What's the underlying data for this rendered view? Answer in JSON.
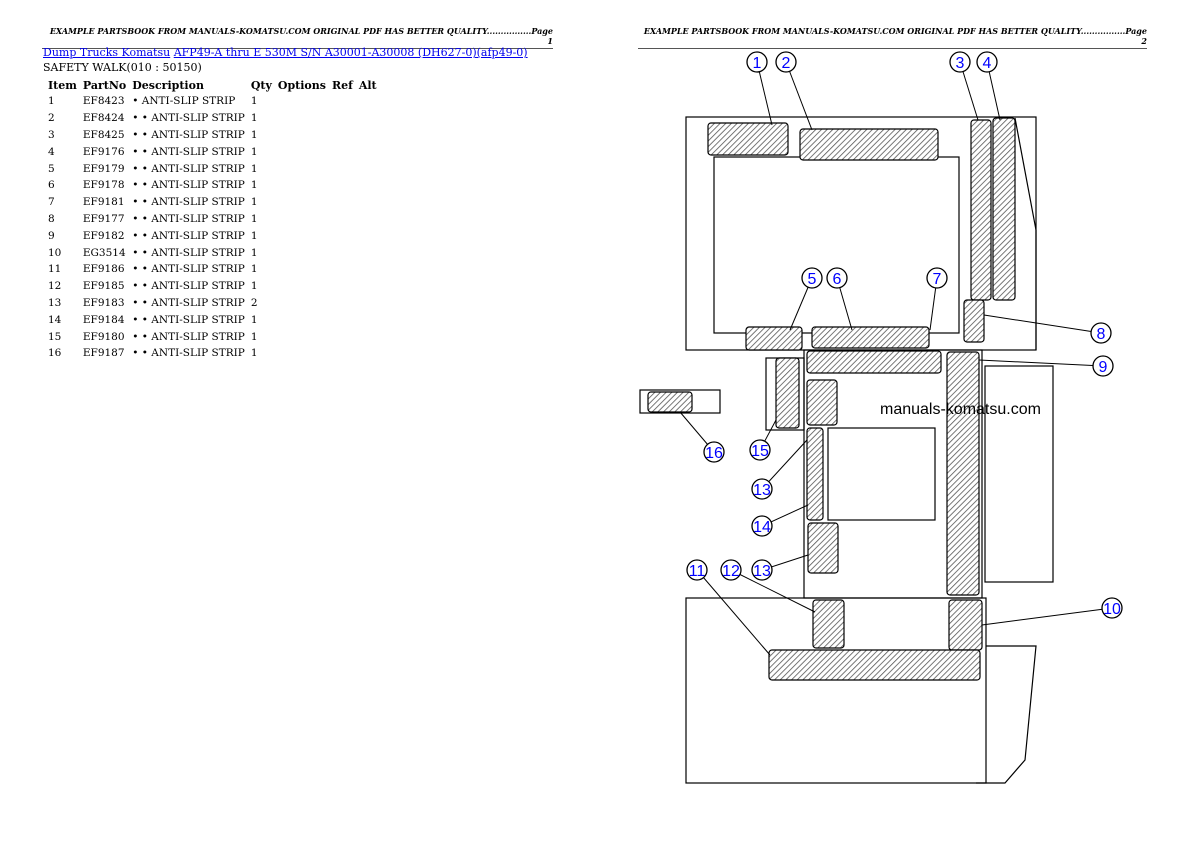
{
  "header_left": "EXAMPLE PARTSBOOK FROM MANUALS-KOMATSU.COM ORIGINAL PDF HAS BETTER QUALITY................Page 1",
  "header_right": "EXAMPLE PARTSBOOK FROM MANUALS-KOMATSU.COM ORIGINAL PDF HAS BETTER QUALITY................Page 2",
  "breadcrumb": {
    "link1": "Dump Trucks Komatsu",
    "link2": "AFP49-A thru E 530M S/N A30001-A30008 (DH627-0)(afp49-0)"
  },
  "section_title": "SAFETY WALK(010 : 50150)",
  "table": {
    "headers": [
      "Item",
      "PartNo",
      "Description",
      "Qty",
      "Options",
      "Ref",
      "Alt"
    ],
    "rows": [
      [
        "1",
        "EF8423",
        "• ANTI-SLIP STRIP",
        "1"
      ],
      [
        "2",
        "EF8424",
        "• • ANTI-SLIP STRIP",
        "1"
      ],
      [
        "3",
        "EF8425",
        "• • ANTI-SLIP STRIP",
        "1"
      ],
      [
        "4",
        "EF9176",
        "• • ANTI-SLIP STRIP",
        "1"
      ],
      [
        "5",
        "EF9179",
        "• • ANTI-SLIP STRIP",
        "1"
      ],
      [
        "6",
        "EF9178",
        "• • ANTI-SLIP STRIP",
        "1"
      ],
      [
        "7",
        "EF9181",
        "• • ANTI-SLIP STRIP",
        "1"
      ],
      [
        "8",
        "EF9177",
        "• • ANTI-SLIP STRIP",
        "1"
      ],
      [
        "9",
        "EF9182",
        "• • ANTI-SLIP STRIP",
        "1"
      ],
      [
        "10",
        "EG3514",
        "• • ANTI-SLIP STRIP",
        "1"
      ],
      [
        "11",
        "EF9186",
        "• • ANTI-SLIP STRIP",
        "1"
      ],
      [
        "12",
        "EF9185",
        "• • ANTI-SLIP STRIP",
        "1"
      ],
      [
        "13",
        "EF9183",
        "• • ANTI-SLIP STRIP",
        "2"
      ],
      [
        "14",
        "EF9184",
        "• • ANTI-SLIP STRIP",
        "1"
      ],
      [
        "15",
        "EF9180",
        "• • ANTI-SLIP STRIP",
        "1"
      ],
      [
        "16",
        "EF9187",
        "• • ANTI-SLIP STRIP",
        "1"
      ]
    ]
  },
  "diagram": {
    "watermark": "manuals-komatsu.com",
    "callouts": [
      "1",
      "2",
      "3",
      "4",
      "5",
      "6",
      "7",
      "8",
      "9",
      "10",
      "11",
      "12",
      "13",
      "13",
      "14",
      "15",
      "16"
    ],
    "callout_color": "#0000ff"
  }
}
